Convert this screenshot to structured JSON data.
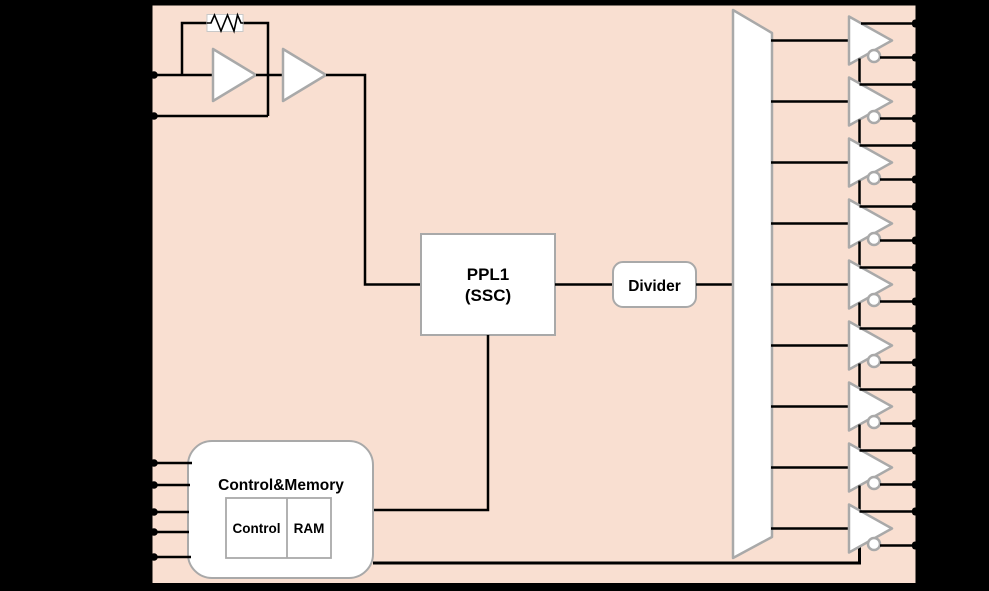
{
  "blocks": {
    "pll": {
      "line1": "PPL1",
      "line2": "(SSC)"
    },
    "divider": {
      "label": "Divider"
    },
    "control_memory": {
      "title": "Control&Memory",
      "cells": [
        "Control",
        "RAM"
      ]
    }
  },
  "counts": {
    "output_buffers": 9,
    "right_edge_pins": 18,
    "crystal_pins": 2,
    "control_input_pins": 5
  },
  "colors": {
    "background": "#000000",
    "chip_fill": "#F9DFD1",
    "chip_outline": "#000000",
    "shape_fill": "#FFFFFF",
    "shape_outline": "#A9A9A9",
    "wire": "#000000"
  }
}
